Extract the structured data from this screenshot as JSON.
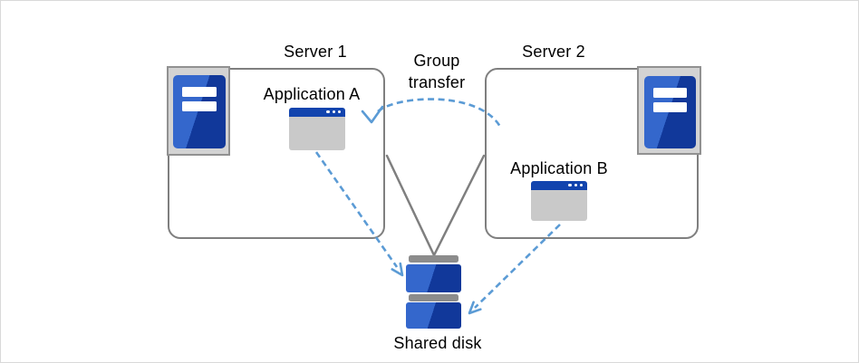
{
  "colors": {
    "arrow_blue": "#5b9bd5",
    "line_gray": "#7f7f7f",
    "icon_blue_light": "#3467cc",
    "icon_blue_dark": "#11389a",
    "titlebar_blue": "#1244ae",
    "frame_fill": "#d3d3d3",
    "frame_border": "#919191",
    "app_body_gray": "#c9c9c9",
    "disk_bar_gray": "#8c8c8c",
    "text_black": "#000000"
  },
  "servers": {
    "server1": {
      "label": "Server 1",
      "application": {
        "label": "Application A"
      }
    },
    "server2": {
      "label": "Server 2",
      "application": {
        "label": "Application B"
      }
    }
  },
  "group_transfer": {
    "label": "Group transfer"
  },
  "shared_disk": {
    "label": "Shared disk"
  }
}
